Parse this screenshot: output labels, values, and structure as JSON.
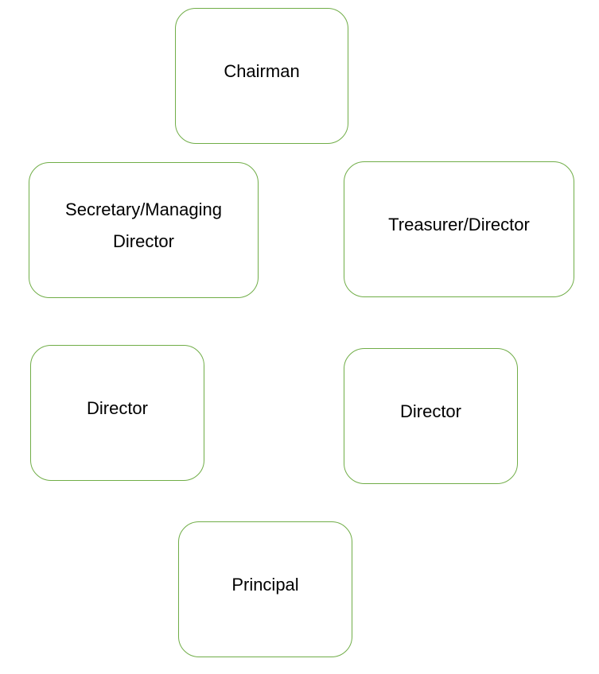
{
  "nodes": {
    "chairman": "Chairman",
    "secretary": "Secretary/Managing Director",
    "treasurer": "Treasurer/Director",
    "director1": "Director",
    "director2": "Director",
    "principal": "Principal"
  },
  "colors": {
    "border": "#70ad47",
    "text": "#000000",
    "background": "#ffffff"
  }
}
